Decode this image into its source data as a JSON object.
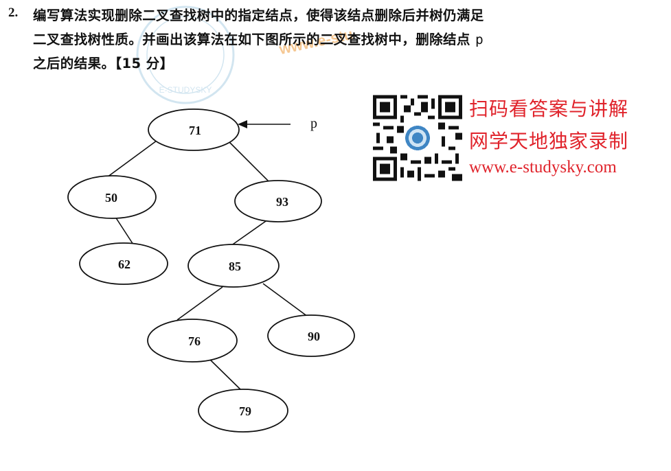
{
  "question": {
    "number": "2.",
    "line1": "编写算法实现删除二叉查找树中的指定结点，使得该结点删除后并树仍满足",
    "line2": "二叉查找树性质。并画出该算法在如下图所示的二叉查找树中，删除结点 ",
    "line2_var": "p",
    "line3": "之后的结果。【15 分】"
  },
  "watermarks": {
    "seal_text": "E-STUDYSKY",
    "wm_text": "www.e-stu"
  },
  "tree": {
    "pointer_label": "p",
    "nodes": [
      "71",
      "50",
      "93",
      "62",
      "85",
      "76",
      "90",
      "79"
    ]
  },
  "promo": {
    "line1": "扫码看答案与讲解",
    "line2": "网学天地独家录制",
    "line3": "www.e-studysky.com"
  },
  "colors": {
    "promo": "#e0232b",
    "text": "#111111"
  }
}
